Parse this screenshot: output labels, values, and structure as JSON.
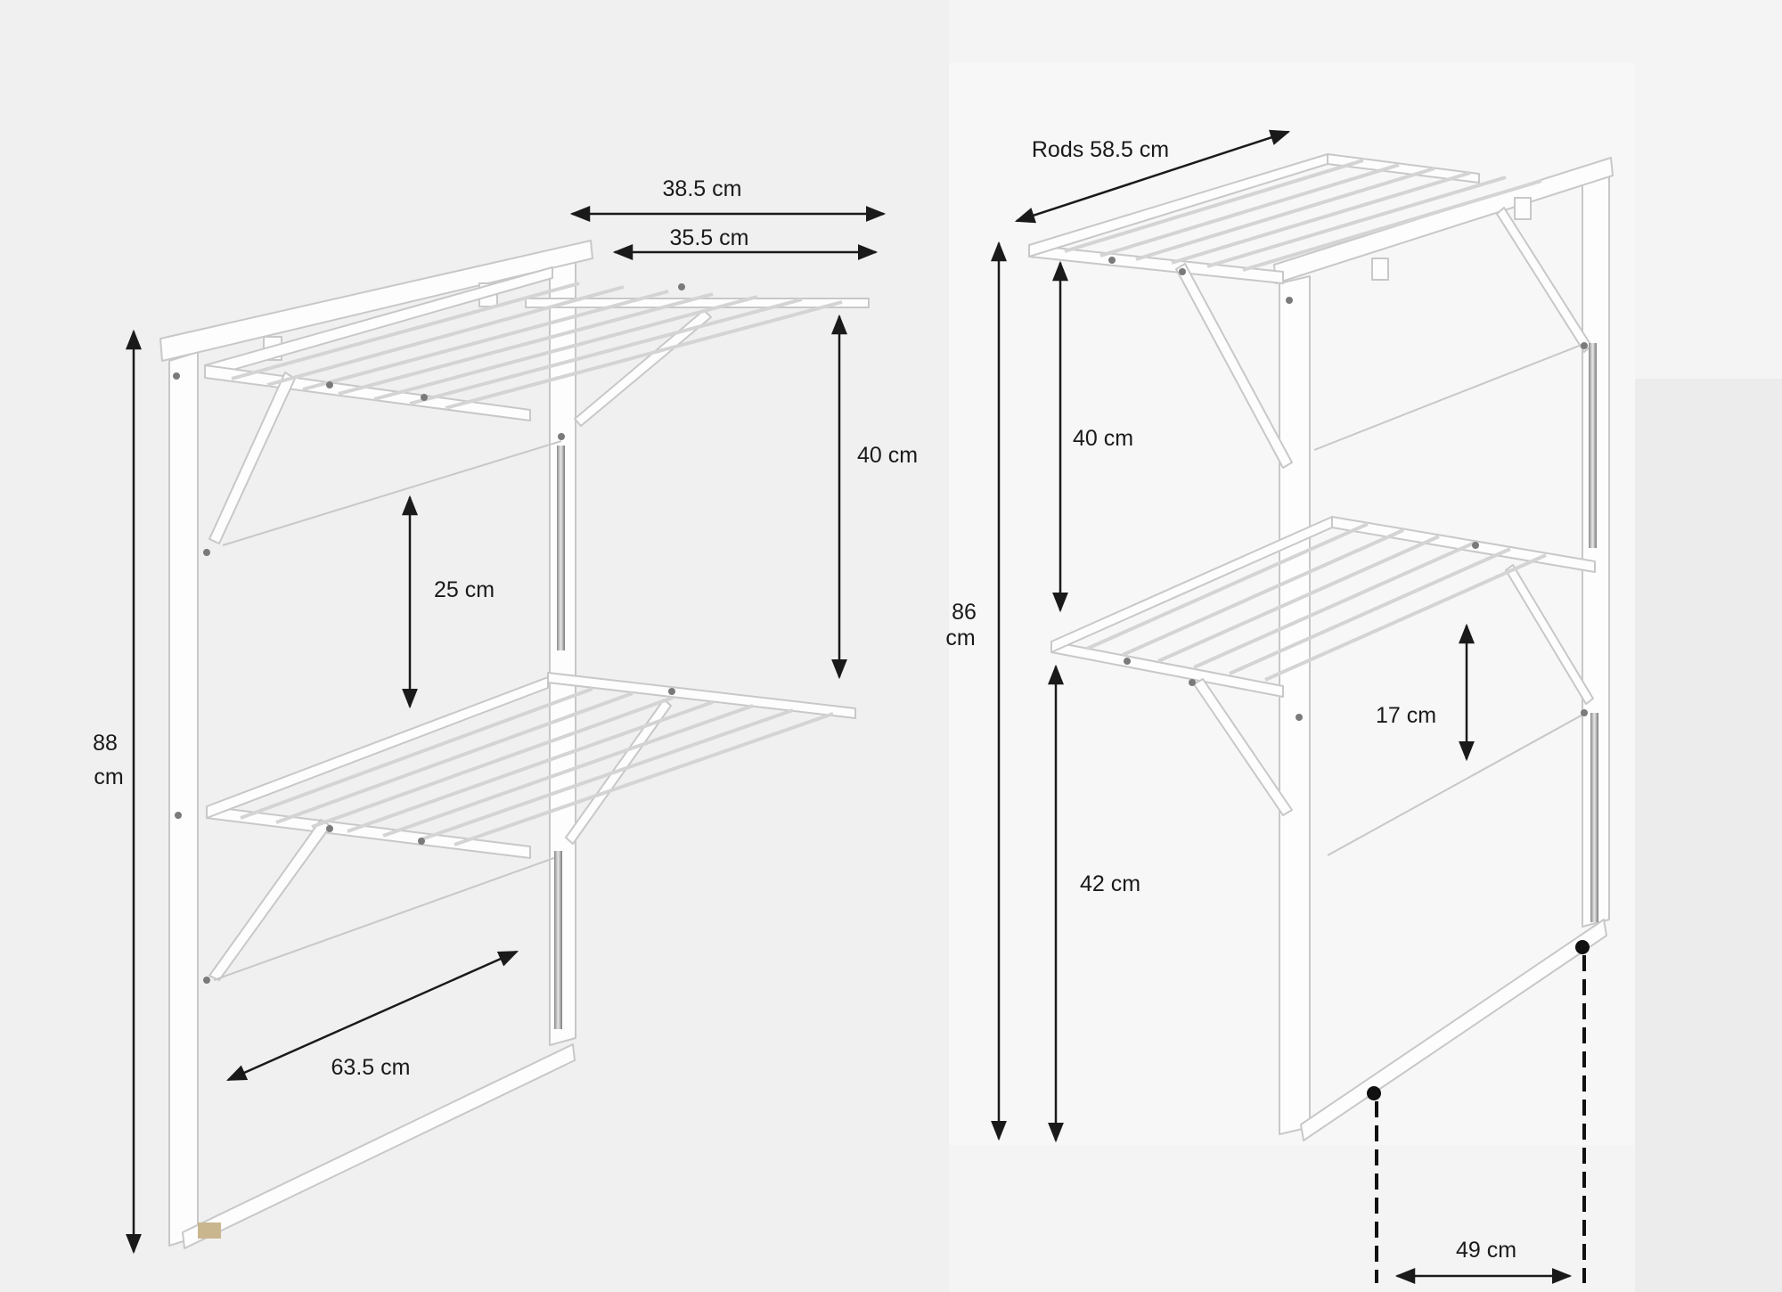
{
  "left_rack": {
    "dimensions": {
      "top_outer_width": "38.5 cm",
      "top_inner_width": "35.5 cm",
      "shelf_gap": "40 cm",
      "rail_gap": "25 cm",
      "height_value": "88",
      "height_unit": "cm",
      "depth": "63.5 cm"
    }
  },
  "right_rack": {
    "dimensions": {
      "rods_length": "Rods 58.5 cm",
      "height_value": "86",
      "height_unit": "cm",
      "shelf_gap": "40 cm",
      "lower_height": "42 cm",
      "rail_gap": "17 cm",
      "foot_spacing": "49 cm"
    }
  },
  "colors": {
    "background_left": "#f0f0f0",
    "background_right": "#f4f4f4",
    "rack_white": "#fdfdfd",
    "rack_edge": "#c8c8c8",
    "dimension_line": "#1a1a1a"
  }
}
